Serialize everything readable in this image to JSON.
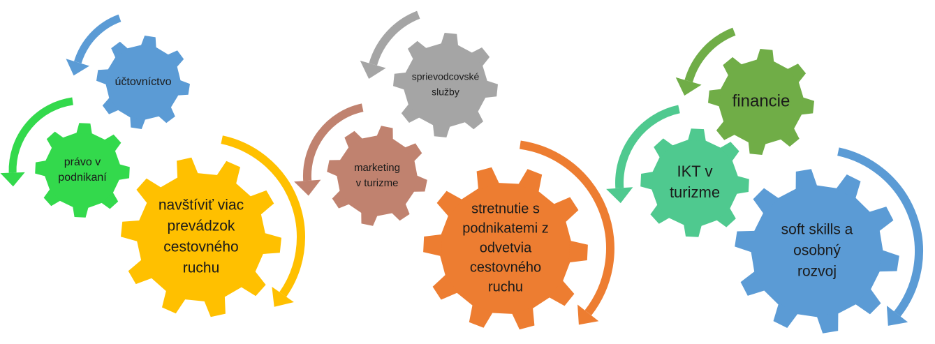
{
  "groups": [
    {
      "gears": [
        {
          "lines": [
            "účtovníctvo"
          ],
          "color": "#5b9bd5"
        },
        {
          "lines": [
            "právo v",
            "podnikaní"
          ],
          "color": "#33d94c"
        },
        {
          "lines": [
            "navštíviť viac",
            "prevádzok",
            "cestovného",
            "ruchu"
          ],
          "color": "#ffc000"
        }
      ],
      "arrow_colors": [
        "#5b9bd5",
        "#33d94c",
        "#ffc000"
      ]
    },
    {
      "gears": [
        {
          "lines": [
            "sprievodcovské",
            "služby"
          ],
          "color": "#a5a5a5"
        },
        {
          "lines": [
            "marketing",
            "v turizme"
          ],
          "color": "#c0826f"
        },
        {
          "lines": [
            "stretnutie s",
            "podnikatemi z",
            "odvetvia",
            "cestovného",
            "ruchu"
          ],
          "color": "#ed7d31"
        }
      ],
      "arrow_colors": [
        "#a5a5a5",
        "#c0826f",
        "#ed7d31"
      ]
    },
    {
      "gears": [
        {
          "lines": [
            "financie"
          ],
          "color": "#70ad47"
        },
        {
          "lines": [
            "IKT v",
            "turizme"
          ],
          "color": "#4fc98f"
        },
        {
          "lines": [
            "soft skills a",
            "osobný",
            "rozvoj"
          ],
          "color": "#5b9bd5"
        }
      ],
      "arrow_colors": [
        "#70ad47",
        "#4fc98f",
        "#5b9bd5"
      ]
    }
  ]
}
